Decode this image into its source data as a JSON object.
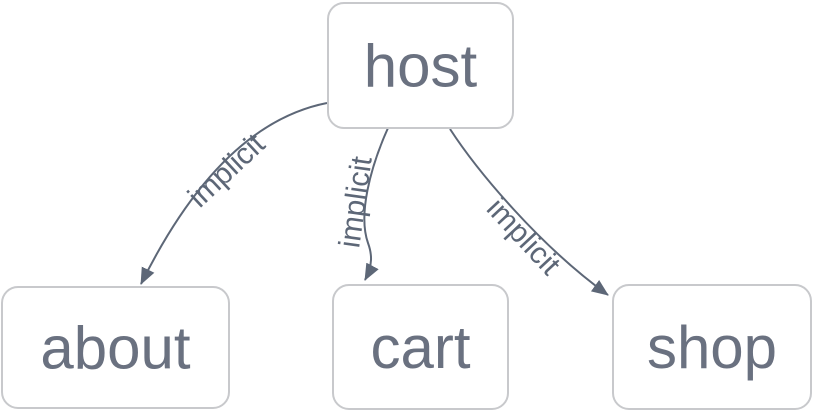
{
  "diagram": {
    "type": "flowchart",
    "background_color": "#ffffff",
    "node_style": {
      "fill": "#ffffff",
      "border_color": "#c8c9cc",
      "text_color": "#6a7180"
    },
    "edge_style": {
      "line_color": "#5d6777",
      "label_color": "#5d6777"
    },
    "nodes": [
      {
        "id": "host",
        "label": "host"
      },
      {
        "id": "about",
        "label": "about"
      },
      {
        "id": "cart",
        "label": "cart"
      },
      {
        "id": "shop",
        "label": "shop"
      }
    ],
    "edges": [
      {
        "from": "host",
        "to": "about",
        "label": "implicit"
      },
      {
        "from": "host",
        "to": "cart",
        "label": "implicit"
      },
      {
        "from": "host",
        "to": "shop",
        "label": "implicit"
      }
    ]
  }
}
